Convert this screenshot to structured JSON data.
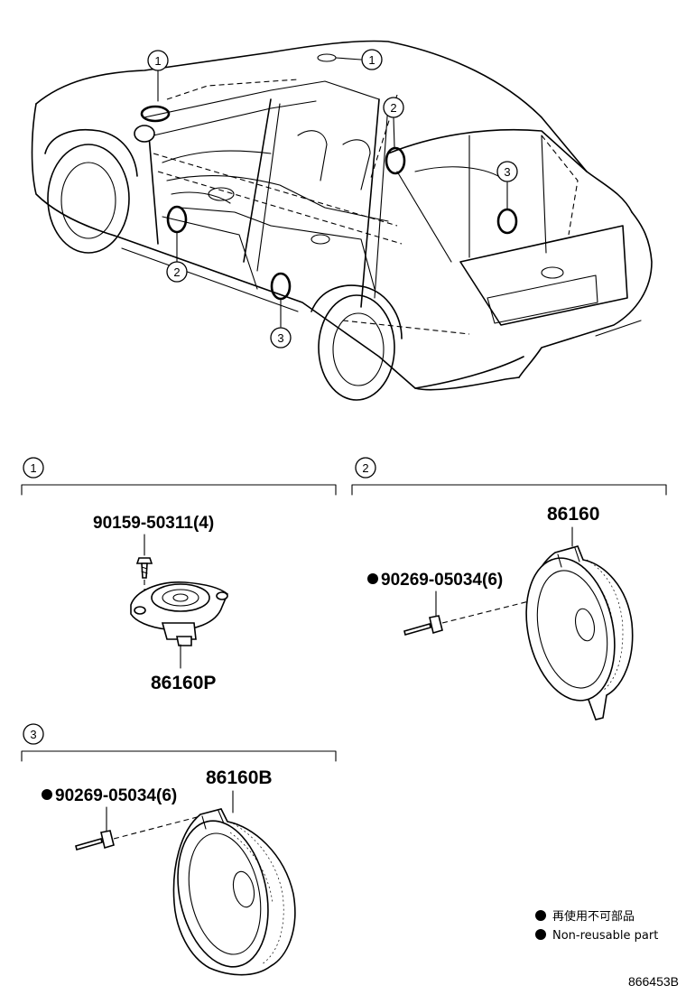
{
  "callouts": {
    "c1": "1",
    "c2": "2",
    "c3": "3"
  },
  "group1": {
    "number": "1",
    "screw_part": "90159-50311(4)",
    "speaker_part": "86160P"
  },
  "group2": {
    "number": "2",
    "speaker_part": "86160",
    "rivet_part": "90269-05034(6)"
  },
  "group3": {
    "number": "3",
    "speaker_part": "86160B",
    "rivet_part": "90269-05034(6)"
  },
  "legend": {
    "jp": "再使用不可部品",
    "en": "Non-reusable part"
  },
  "diagram_code": "866453B"
}
